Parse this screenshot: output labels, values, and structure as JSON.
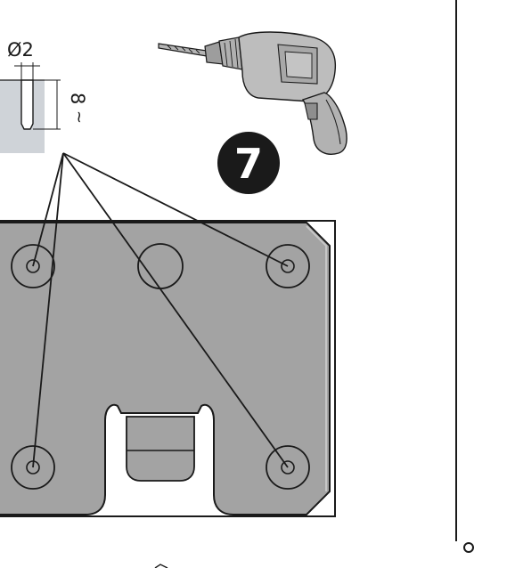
{
  "hole_spec": {
    "diameter_label": "Ø2",
    "depth_label": "8",
    "depth_prefix": "~"
  },
  "step": {
    "number": "7"
  },
  "icons": {
    "tool": "power-drill-icon",
    "bullet": "hollow-circle-bullet"
  },
  "colors": {
    "plate_fill": "#a3a3a3",
    "plate_highlight": "#c7c7c7",
    "section_fill": "#cfd3d8",
    "drill_body": "#b9b9b9",
    "drill_shadow": "#8e8e8e",
    "badge_fill": "#1a1a1a",
    "line": "#1a1a1a"
  }
}
